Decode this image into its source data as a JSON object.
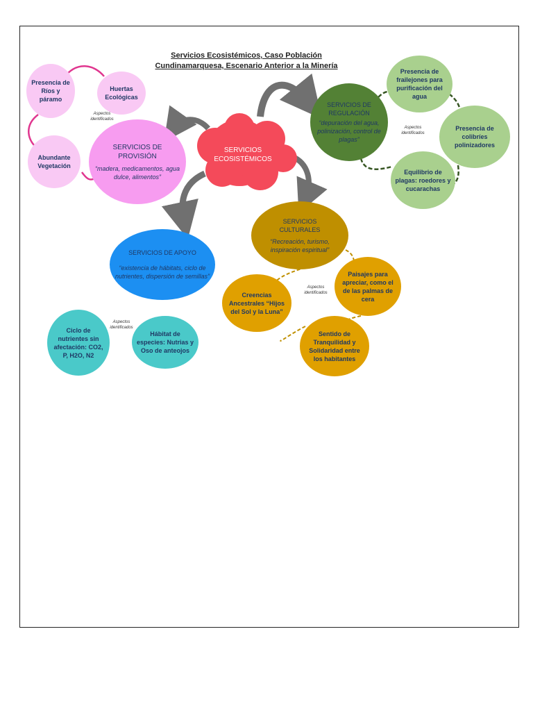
{
  "title_line1": "Servicios Ecosistémicos, Caso Población",
  "title_line2": "Cundinamarquesa, Escenario Anterior a la Minería",
  "center": {
    "label_line1": "SERVICIOS",
    "label_line2": "ECOSISTÉMICOS"
  },
  "provision": {
    "title_line1": "SERVICIOS DE",
    "title_line2": "PROVISIÓN",
    "desc": "“madera, medicamentos, agua dulce, alimentos”",
    "items": [
      "Presencia de Ríos y páramo",
      "Huertas Ecológicas",
      "Abundante Vegetación"
    ],
    "aspect": "Aspectos identificados"
  },
  "regulacion": {
    "title_line1": "SERVICIOS DE",
    "title_line2": "REGULACIÓN",
    "desc": "“depuración del agua, polinización, control de plagas”",
    "items": [
      "Presencia de frailejones para purificación del agua",
      "Presencia de colibríes polinizadores",
      "Equilibrio de plagas: roedores y cucarachas"
    ],
    "aspect": "Aspectos identificados"
  },
  "culturales": {
    "title_line1": "SERVICIOS",
    "title_line2": "CULTURALES",
    "desc": "“Recreación, turismo, inspiración espiritual”",
    "items": [
      "Paisajes para apreciar, como el de las palmas de cera",
      "Creencias Ancestrales “Hijos del Sol y la Luna”",
      "Sentido de Tranquilidad y Solidaridad entre los habitantes"
    ],
    "aspect": "Aspectos identificados"
  },
  "apoyo": {
    "title": "SERVICIOS DE APOYO",
    "desc": "“existencia de hábitats, ciclo de nutrientes, dispersión de semillas”",
    "items": [
      "Ciclo de nutrientes sin afectación: CO2, P, H2O, N2",
      "Hábitat de especies: Nutrias y Oso de anteojos"
    ],
    "aspect": "Aspectos identificados"
  },
  "colors": {
    "center": "#f44a5a",
    "provision": "#f79cf0",
    "provision_item": "#f9c9f4",
    "provision_link": "#e0368f",
    "regulacion": "#538135",
    "regulacion_item": "#a9d08e",
    "regulacion_link": "#375623",
    "culturales": "#bf8f00",
    "culturales_item": "#e0a000",
    "culturales_link": "#bf8f00",
    "apoyo": "#1c8ff2",
    "apoyo_item": "#4ac9c9",
    "arrow": "#707070",
    "text_dark": "#1f3864"
  }
}
